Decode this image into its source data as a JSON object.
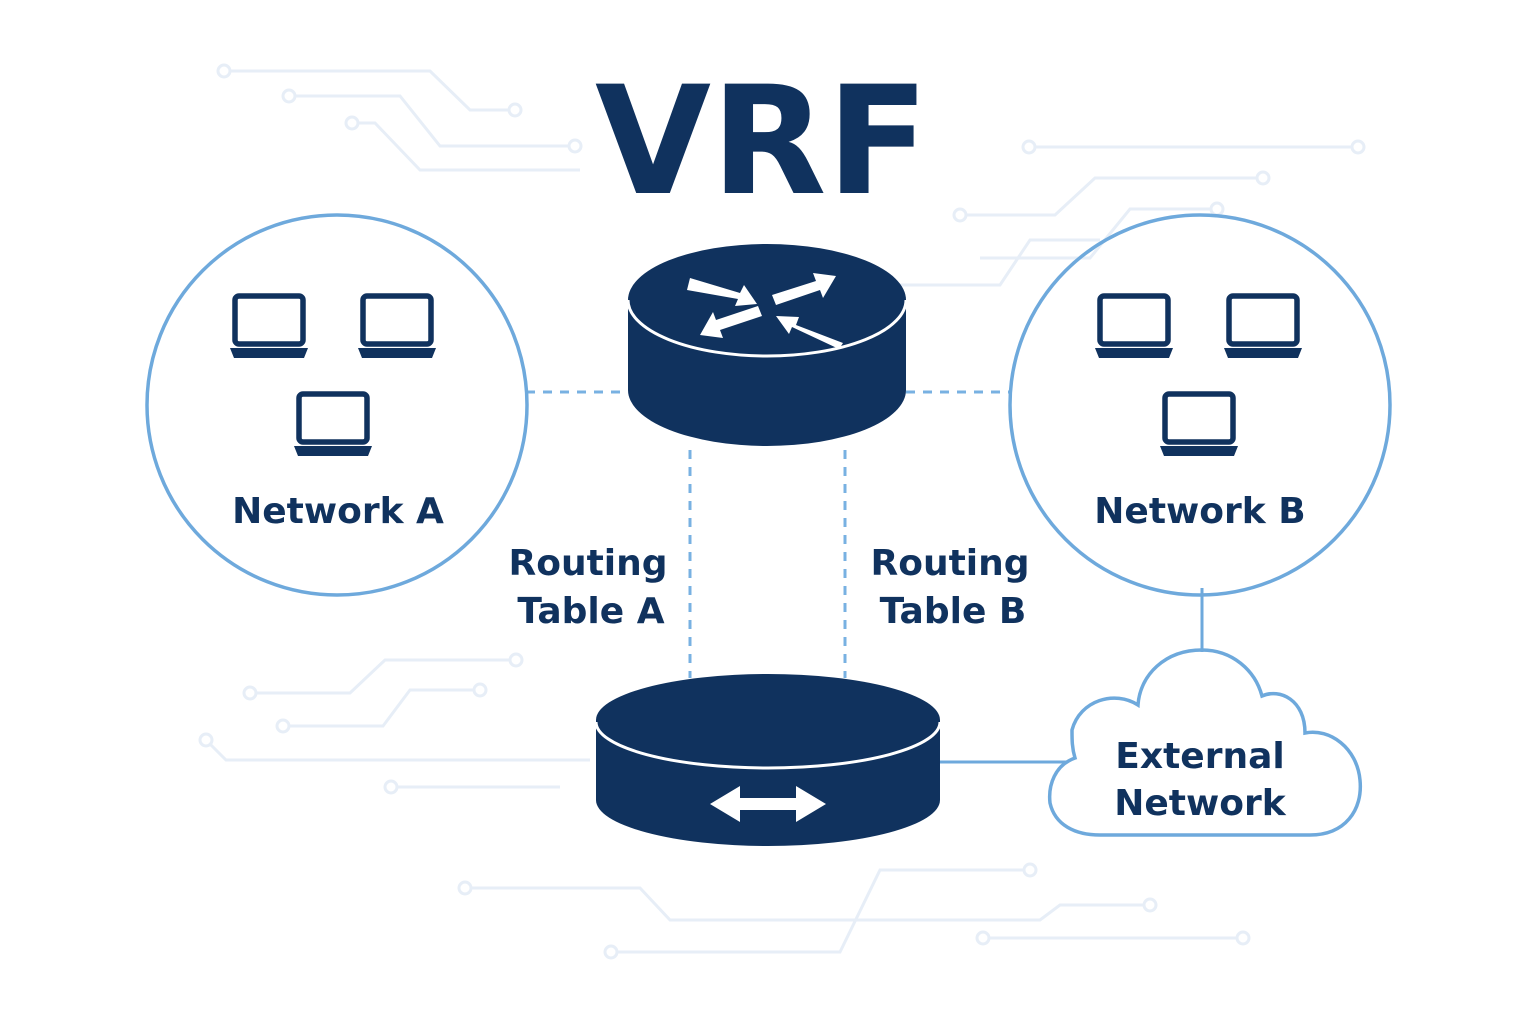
{
  "title": "VRF",
  "networks": {
    "a": {
      "label": "Network A"
    },
    "b": {
      "label": "Network B"
    }
  },
  "routing_tables": {
    "a": {
      "line1": "Routing",
      "line2": "Table A"
    },
    "b": {
      "line1": "Routing",
      "line2": "Table B"
    }
  },
  "external": {
    "line1": "External",
    "line2": "Network"
  },
  "icons": {
    "router": "router-icon",
    "switch": "switch-icon",
    "laptop": "laptop-icon",
    "cloud": "cloud-icon"
  },
  "colors": {
    "navy": "#10325e",
    "accent": "#6ea9dc",
    "background": "#ffffff",
    "circuit": "#e7eef7"
  }
}
